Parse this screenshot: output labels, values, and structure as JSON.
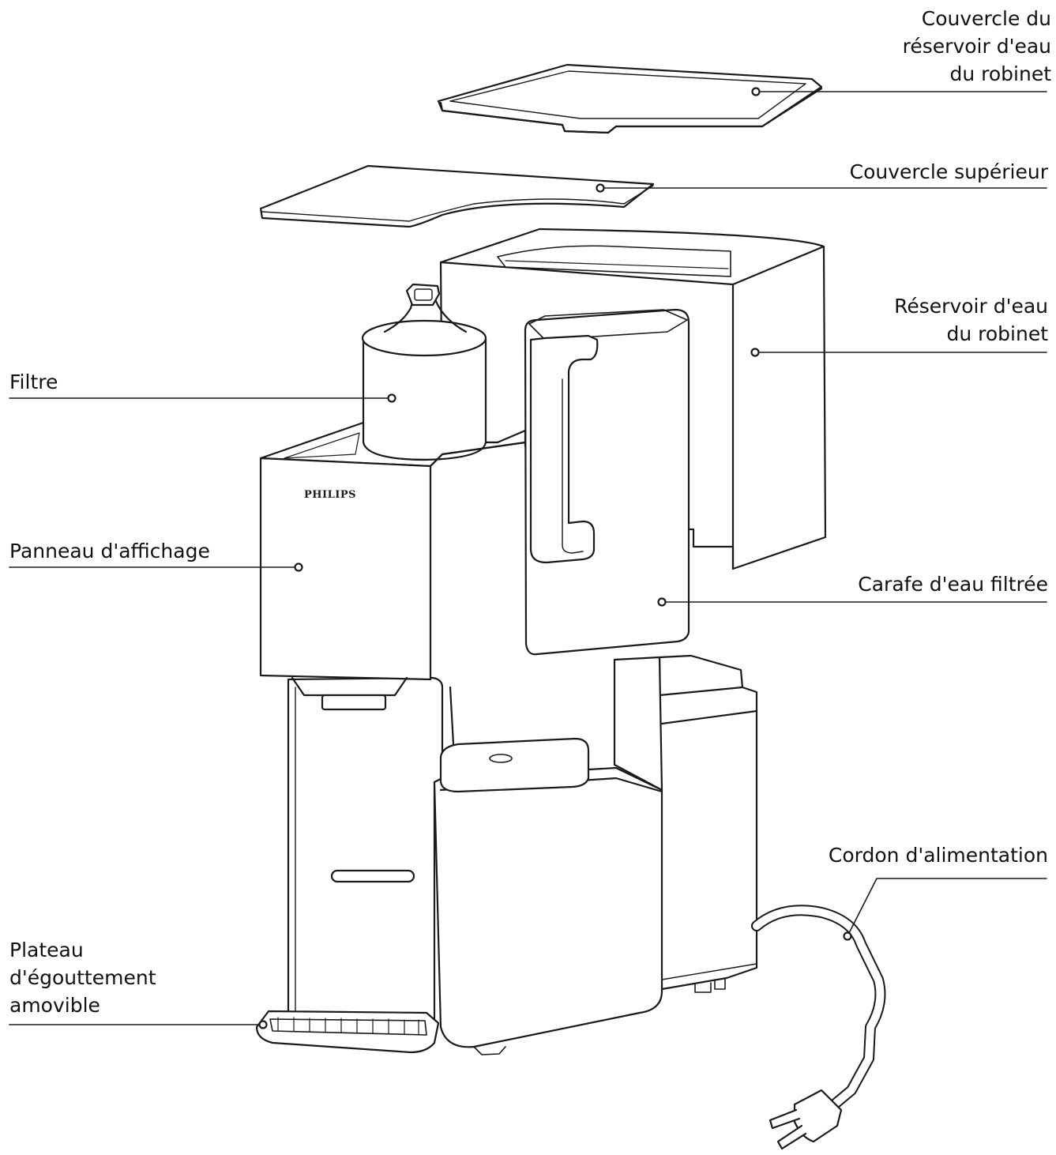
{
  "brand": "PHILIPS",
  "labels": {
    "lid": "Couvercle du\nréservoir d'eau\ndu robinet",
    "top_cover": "Couvercle supérieur",
    "tank": "Réservoir d'eau\ndu robinet",
    "filter": "Filtre",
    "display": "Panneau d'affichage",
    "carafe": "Carafe d'eau filtrée",
    "cord": "Cordon d'alimentation",
    "drip_tray": "Plateau\nd'égouttement\namovible"
  }
}
